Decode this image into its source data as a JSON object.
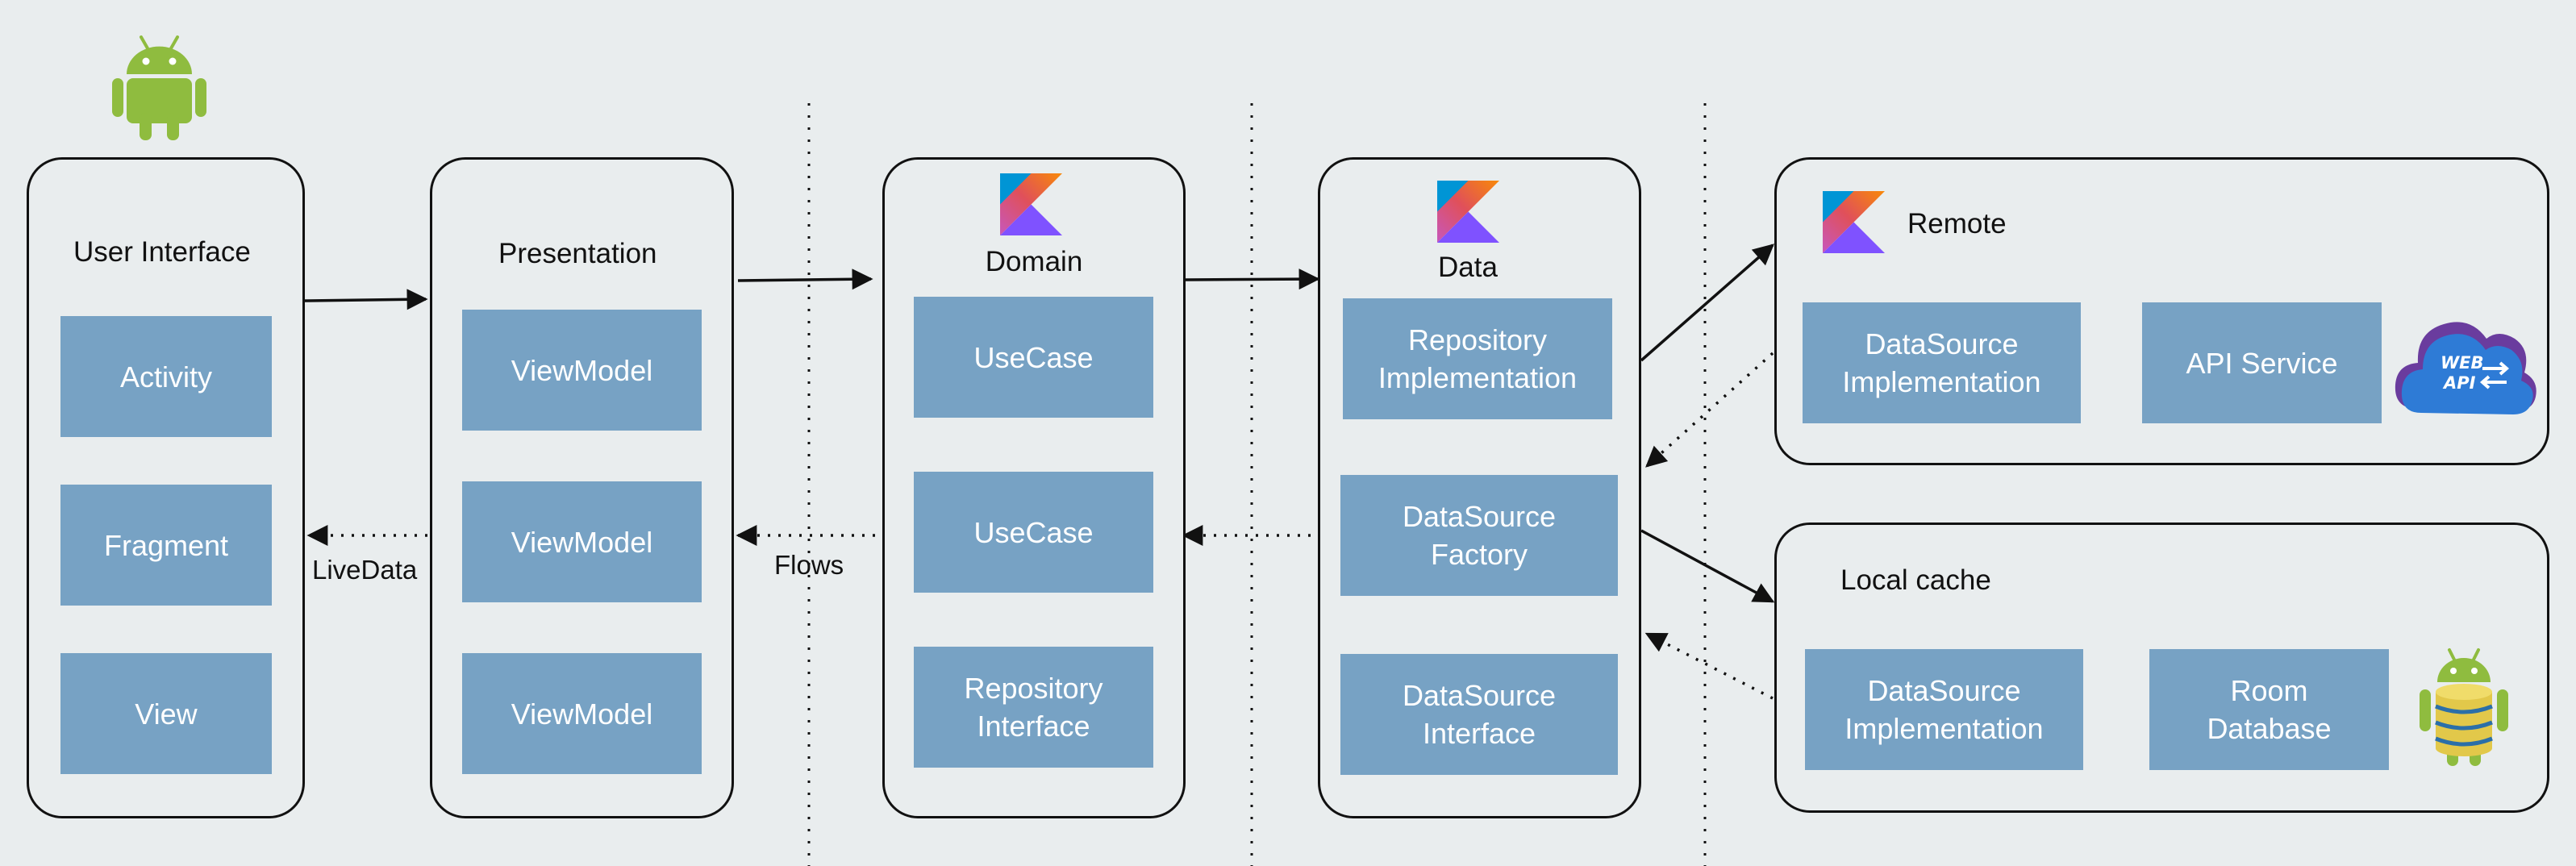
{
  "colors": {
    "box_fill": "#77a2c4",
    "background": "#e9edee",
    "android_green": "#8fbc3f"
  },
  "ui": {
    "title": "User Interface",
    "boxes": [
      "Activity",
      "Fragment",
      "View"
    ],
    "icon": "android-icon"
  },
  "presentation": {
    "title": "Presentation",
    "boxes": [
      "ViewModel",
      "ViewModel",
      "ViewModel"
    ]
  },
  "domain": {
    "title": "Domain",
    "icon": "kotlin-icon",
    "boxes": [
      "UseCase",
      "UseCase",
      "Repository\nInterface"
    ]
  },
  "data": {
    "title": "Data",
    "icon": "kotlin-icon",
    "boxes": [
      "Repository\nImplementation",
      "DataSource\nFactory",
      "DataSource\nInterface"
    ]
  },
  "remote": {
    "title": "Remote",
    "icon": "kotlin-icon",
    "boxes": [
      "DataSource\nImplementation",
      "API Service"
    ],
    "api_icon_text": [
      "WEB",
      "API"
    ]
  },
  "local": {
    "title": "Local cache",
    "boxes": [
      "DataSource\nImplementation",
      "Room\nDatabase"
    ],
    "icon": "android-database-icon"
  },
  "labels": {
    "livedata": "LiveData",
    "flows": "Flows"
  }
}
